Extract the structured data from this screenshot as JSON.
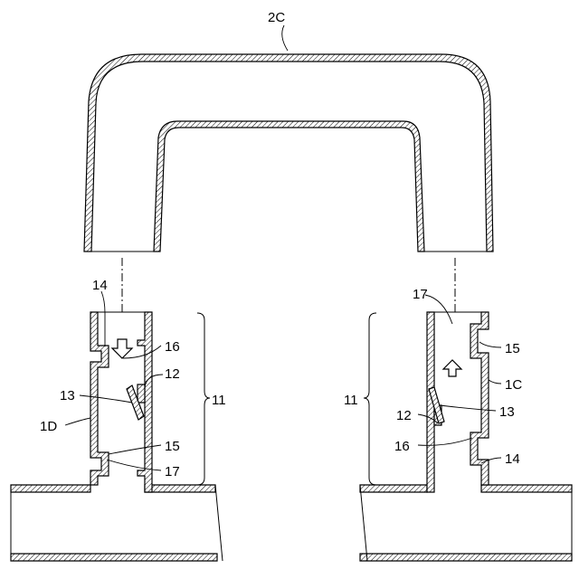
{
  "labels": {
    "cover": "2C",
    "left": {
      "body": "1D",
      "step_top": "14",
      "arrow": "16",
      "valve_seat": "12",
      "flap": "13",
      "step_bottom": "15",
      "notch": "17",
      "assembly": "11"
    },
    "right": {
      "body": "1C",
      "notch": "17",
      "step_top": "15",
      "valve_seat": "12",
      "flap": "13",
      "arrow": "16",
      "step_bottom": "14",
      "assembly": "11"
    }
  },
  "flow_directions": {
    "left": "down",
    "right": "up"
  }
}
